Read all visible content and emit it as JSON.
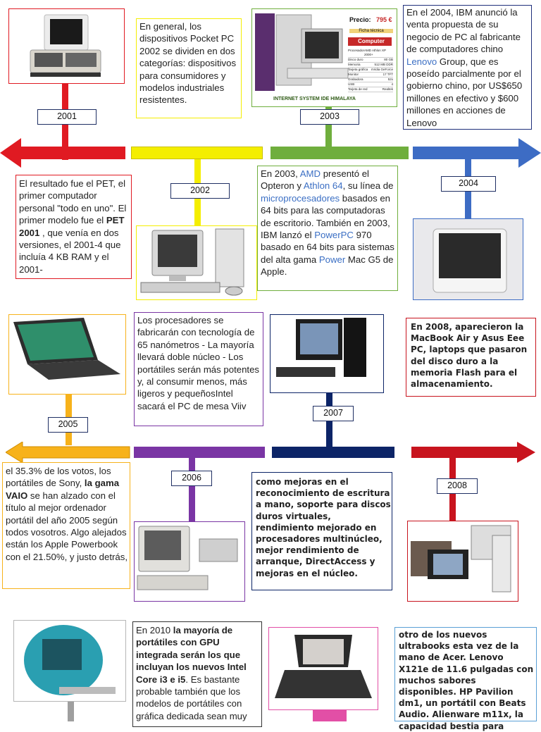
{
  "colors": {
    "red": "#e01a22",
    "yellow": "#f4ee00",
    "green": "#6fae3d",
    "blue": "#3d6cc4",
    "orange": "#f7b21b",
    "purple": "#7a35a4",
    "navy": "#0c2467",
    "crimson": "#c8141e",
    "link": "#3b6fc4"
  },
  "years": {
    "y2001": "2001",
    "y2002": "2002",
    "y2003": "2003",
    "y2004": "2004",
    "y2005": "2005",
    "y2006": "2006",
    "y2007": "2007",
    "y2008": "2008"
  },
  "row1": {
    "pocket_pc": "En general, los dispositivos Pocket PC 2002 se dividen en dos categorías: dispositivos para consumidores y modelos industriales resistentes.",
    "ibm_lenovo": {
      "p1": "En el 2004, IBM anunció la venta propuesta de su negocio de PC al fabricante de computadores chino ",
      "link": "Lenovo",
      "p2": " Group, que es poseído parcialmente por el gobierno chino, por US$650 millones en efectivo y $600 millones en acciones de Lenovo"
    },
    "pet": {
      "p1": "El resultado fue el PET, el primer computador personal \"todo en uno\". El primer modelo fue el ",
      "bold": "PET 2001",
      "p2": " , que venía en dos versiones, el 2001-4 que incluía 4 KB RAM y el 2001-"
    },
    "amd": {
      "a": "En 2003, ",
      "amd": "AMD",
      "b": " presentó el Opteron y ",
      "athlon": "Athlon 64",
      "c": ", su línea de ",
      "micro": "microprocesadores",
      "d": " basados en 64 bits para las computadoras de escritorio. También en 2003, IBM lanzó el ",
      "powerpc": "PowerPC",
      "e": " 970 basado en 64 bits para sistemas del alta gama ",
      "power": "Power",
      "f": " Mac G5 de Apple."
    }
  },
  "row2": {
    "procesadores": "Los procesadores se fabricarán con tecnología de 65 nanómetros - La mayoría llevará doble núcleo - Los portátiles serán más potentes y, al consumir menos, más ligeros y pequeñosIntel sacará el PC de mesa Viiv",
    "macbook": "En 2008, aparecieron la MacBook Air y Asus Eee PC, laptops que pasaron del disco duro a la memoria Flash para el almacenamiento.",
    "vaio": {
      "p1": " el 35.3% de los votos, los portátiles de Sony, ",
      "bold": "la gama VAIO",
      "p2": " se han alzado con el título al mejor ordenador portátil del año 2005 según todos vosotros. Algo alejados están los Apple Powerbook con el 21.50%, y justo detrás,"
    },
    "mejoras": " como mejoras en el reconocimiento de escritura a mano, soporte para discos duros virtuales, rendimiento mejorado en procesadores multinúcleo, mejor rendimiento de arranque, DirectAccess y mejoras en el núcleo."
  },
  "row3": {
    "gpu": {
      "p1": "En 2010 ",
      "bold": "la mayoría de portátiles con GPU integrada serán los que incluyan los nuevos Intel Core i3 e i5",
      "p2": ". Es bastante probable también que los modelos de portátiles con gráfica dedicada sean muy"
    },
    "ultrabooks": "otro de los nuevos ultrabooks esta vez de la mano de Acer. Lenovo X121e de 11.6 pulgadas con muchos sabores disponibles. HP Pavilion dm1, un portátil con Beats Audio. Alienware m11x, la capacidad bestia para"
  },
  "ad": {
    "precio_label": "Precio:",
    "precio_value": "795 €",
    "ficha": "Ficha técnica",
    "brand": "Computer",
    "footer": "INTERNET SYSTEM IDE HIMALAYA",
    "rows": [
      [
        "Procesador",
        "AMD Athlon XP 2000+"
      ],
      [
        "Disco duro",
        "80 GB"
      ],
      [
        "Memoria",
        "512 MB DDR"
      ],
      [
        "Tarjeta gráfica",
        "nVidia GeForce"
      ],
      [
        "Monitor",
        "17 TFT"
      ],
      [
        "Grabadora",
        "52x"
      ],
      [
        "USB",
        "4"
      ],
      [
        "Tarjeta de red",
        "Realtek"
      ]
    ]
  },
  "icons": {
    "pet": "commodore-pet-computer-icon",
    "desktop2002": "crt-desktop-computer-icon",
    "ad2003": "computer-ad-icon",
    "imac2004": "white-imac-icon",
    "laptop2005": "laptop-icon",
    "crt2006": "crt-computer-with-printer-icon",
    "pc2007": "lcd-desktop-tower-icon",
    "people2008": "office-people-computers-icon",
    "imac_g3": "imac-g3-icon",
    "laptop2011": "red-keyboard-laptop-icon"
  }
}
